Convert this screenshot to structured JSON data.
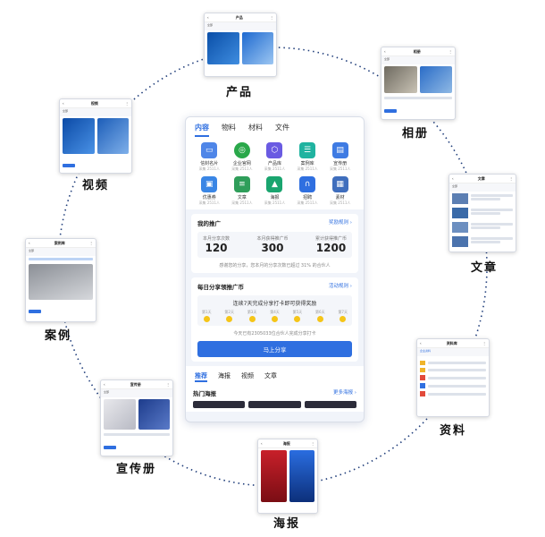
{
  "labels": {
    "product": "产品",
    "album": "相册",
    "article": "文章",
    "material": "资料",
    "poster": "海报",
    "brochure": "宣传册",
    "case": "案例",
    "video": "视频"
  },
  "minis": {
    "product_title": "产品",
    "album_title": "相册",
    "article_title": "文章",
    "material_title": "资料库",
    "poster_title": "海报",
    "brochure_title": "宣传册",
    "case_title": "案例库",
    "video_title": "视频",
    "material_tab": "企业资料",
    "filter_all": "全部"
  },
  "phone": {
    "top_tabs": [
      "内容",
      "物料",
      "材料",
      "文件"
    ],
    "grid": [
      {
        "label": "信封名片",
        "sub": "采集 2511人",
        "color": "#4f86e8",
        "icon": "card-icon"
      },
      {
        "label": "企业官网",
        "sub": "采集 2511人",
        "color": "#2aa84a",
        "icon": "globe-icon"
      },
      {
        "label": "产品库",
        "sub": "采集 2511人",
        "color": "#6a5be2",
        "icon": "cube-icon"
      },
      {
        "label": "案例库",
        "sub": "采集 2511人",
        "color": "#20b3a0",
        "icon": "doc-icon"
      },
      {
        "label": "宣传册",
        "sub": "采集 2511人",
        "color": "#3e7be3",
        "icon": "book-icon"
      },
      {
        "label": "优惠券",
        "sub": "采集 2511人",
        "color": "#3a86e5",
        "icon": "coupon-icon"
      },
      {
        "label": "文章",
        "sub": "采集 2511人",
        "color": "#2f9e5a",
        "icon": "article-icon"
      },
      {
        "label": "海报",
        "sub": "采集 2511人",
        "color": "#1aa56f",
        "icon": "image-icon"
      },
      {
        "label": "招聘",
        "sub": "采集 2511人",
        "color": "#2f6fe0",
        "icon": "headset-icon"
      },
      {
        "label": "素材",
        "sub": "采集 2511人",
        "color": "#3f6ebd",
        "icon": "folder-icon"
      }
    ],
    "promo": {
      "title": "我的推广",
      "link": "奖励规则 ›",
      "stats": [
        {
          "label": "本月分享次数",
          "value": "120"
        },
        {
          "label": "本月获得推广币",
          "value": "300"
        },
        {
          "label": "累计获得推广币",
          "value": "1200"
        }
      ],
      "note": "感谢您的分享，您本月的分享次数已超过 31% 的合伙人"
    },
    "daily": {
      "title": "每日分享领推广币",
      "link": "活动规则 ›",
      "streak": "连续7天完成分享打卡即可获得奖励",
      "days": [
        "第1天",
        "第2天",
        "第3天",
        "第4天",
        "第5天",
        "第6天",
        "第7天"
      ],
      "note": "今天已有2305033位合伙人完成分享打卡",
      "button": "马上分享"
    },
    "bottom_tabs": [
      "推荐",
      "海报",
      "视频",
      "文章"
    ],
    "hot": {
      "title": "热门海报",
      "link": "更多海报 ›"
    }
  }
}
